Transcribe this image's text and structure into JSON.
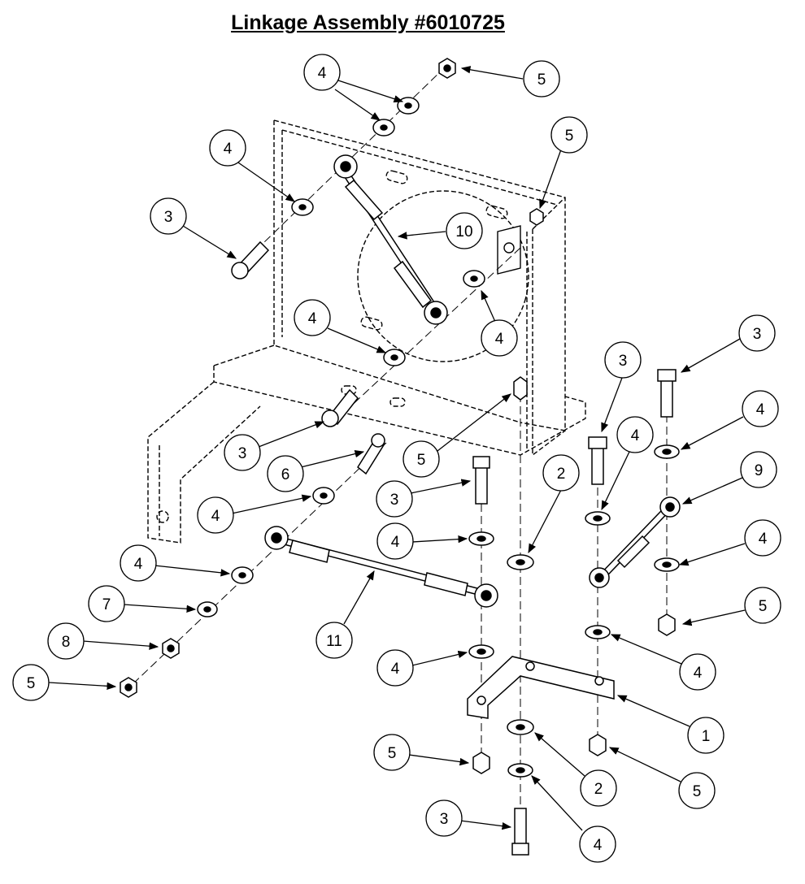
{
  "title": "Linkage Assembly #6010725",
  "callouts": [
    {
      "id": "c1",
      "label": "4"
    },
    {
      "id": "c2",
      "label": "5"
    },
    {
      "id": "c3",
      "label": "4"
    },
    {
      "id": "c4",
      "label": "5"
    },
    {
      "id": "c5",
      "label": "3"
    },
    {
      "id": "c6",
      "label": "10"
    },
    {
      "id": "c7",
      "label": "4"
    },
    {
      "id": "c8",
      "label": "4"
    },
    {
      "id": "c9",
      "label": "3"
    },
    {
      "id": "c10",
      "label": "3"
    },
    {
      "id": "c11",
      "label": "3"
    },
    {
      "id": "c12",
      "label": "4"
    },
    {
      "id": "c13",
      "label": "4"
    },
    {
      "id": "c14",
      "label": "5"
    },
    {
      "id": "c15",
      "label": "6"
    },
    {
      "id": "c16",
      "label": "2"
    },
    {
      "id": "c17",
      "label": "9"
    },
    {
      "id": "c18",
      "label": "3"
    },
    {
      "id": "c19",
      "label": "4"
    },
    {
      "id": "c20",
      "label": "4"
    },
    {
      "id": "c21",
      "label": "4"
    },
    {
      "id": "c22",
      "label": "4"
    },
    {
      "id": "c23",
      "label": "5"
    },
    {
      "id": "c24",
      "label": "7"
    },
    {
      "id": "c25",
      "label": "11"
    },
    {
      "id": "c26",
      "label": "8"
    },
    {
      "id": "c27",
      "label": "4"
    },
    {
      "id": "c28",
      "label": "4"
    },
    {
      "id": "c29",
      "label": "5"
    },
    {
      "id": "c30",
      "label": "1"
    },
    {
      "id": "c31",
      "label": "5"
    },
    {
      "id": "c32",
      "label": "2"
    },
    {
      "id": "c33",
      "label": "5"
    },
    {
      "id": "c34",
      "label": "3"
    },
    {
      "id": "c35",
      "label": "4"
    }
  ]
}
